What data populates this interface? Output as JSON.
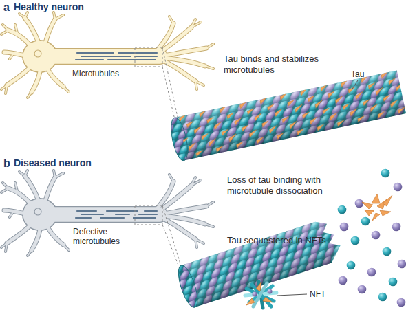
{
  "diagram": {
    "labels": [
      "a",
      "Healthy neuron",
      "Microtubules",
      "Tau binds and stabilizes microtubules",
      "Tau",
      "b",
      "Diseased neuron",
      "Defective microtubules",
      "Loss of tau binding with microtubule dissociation",
      "Tau sequestered in NFTs",
      "NFT"
    ]
  }
}
